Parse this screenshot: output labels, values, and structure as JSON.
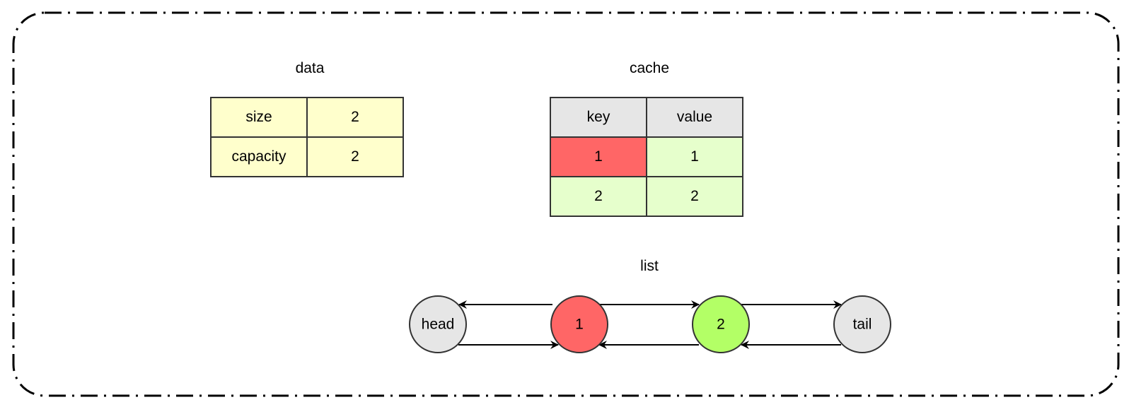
{
  "data_table": {
    "title": "data",
    "rows": [
      {
        "key": "size",
        "value": "2"
      },
      {
        "key": "capacity",
        "value": "2"
      }
    ],
    "fill": "#ffffcc"
  },
  "cache_table": {
    "title": "cache",
    "headers": {
      "key": "key",
      "value": "value"
    },
    "rows": [
      {
        "key": "1",
        "value": "1"
      },
      {
        "key": "2",
        "value": "2"
      }
    ],
    "colors": {
      "header": "#e6e6e6",
      "highlight": "#ff6666",
      "normal": "#e6ffcc"
    }
  },
  "list": {
    "title": "list",
    "nodes": [
      {
        "label": "head",
        "fill": "#e6e6e6"
      },
      {
        "label": "1",
        "fill": "#ff6666"
      },
      {
        "label": "2",
        "fill": "#b3ff66"
      },
      {
        "label": "tail",
        "fill": "#e6e6e6"
      }
    ]
  }
}
